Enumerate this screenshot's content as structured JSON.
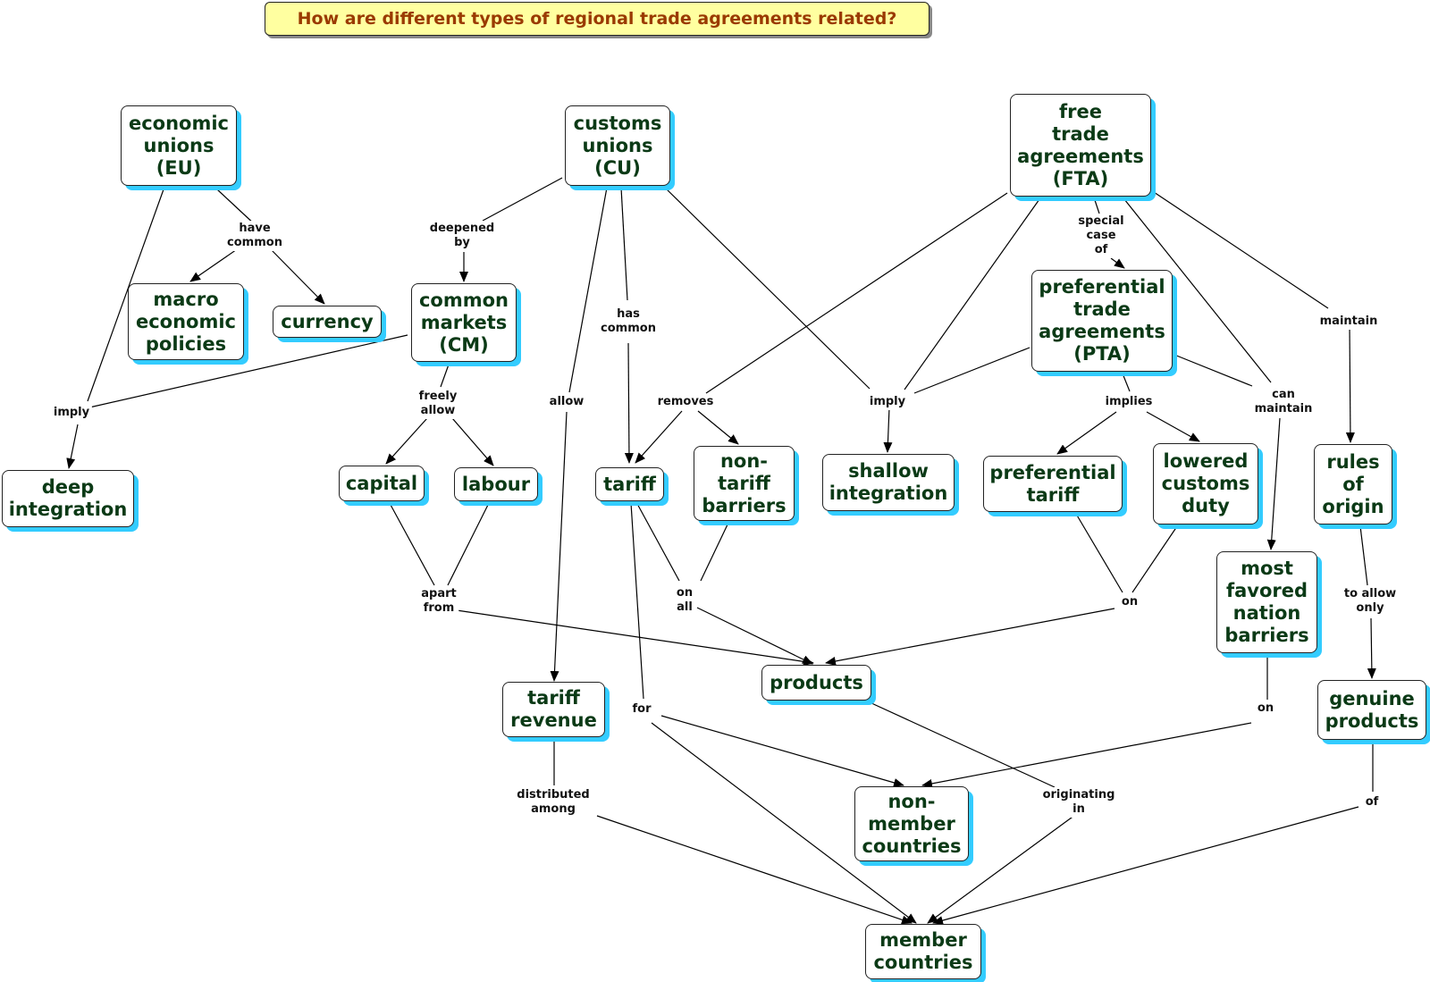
{
  "title": "How are different types of regional trade agreements related?",
  "nodes": {
    "eu": "economic\nunions\n(EU)",
    "cu": "customs\nunions\n(CU)",
    "fta": "free\ntrade\nagreements\n(FTA)",
    "macro": "macro\neconomic\npolicies",
    "currency": "currency",
    "cm": "common\nmarkets\n(CM)",
    "pta": "preferential\ntrade\nagreements\n(PTA)",
    "deep": "deep\nintegration",
    "capital": "capital",
    "labour": "labour",
    "tariff": "tariff",
    "ntb": "non-\ntariff\nbarriers",
    "shallow": "shallow\nintegration",
    "preftariff": "preferential\ntariff",
    "lowered": "lowered\ncustoms\nduty",
    "rules": "rules\nof\norigin",
    "mfn": "most\nfavored\nnation\nbarriers",
    "products": "products",
    "tariffrev": "tariff\nrevenue",
    "genuine": "genuine\nproducts",
    "nonmember": "non-\nmember\ncountries",
    "member": "member\ncountries"
  },
  "links": {
    "have_common": "have\ncommon",
    "deepened_by": "deepened\nby",
    "has_common": "has\ncommon",
    "special_case_of": "special\ncase\nof",
    "maintain": "maintain",
    "imply_left": "imply",
    "freely_allow": "freely\nallow",
    "allow": "allow",
    "removes": "removes",
    "imply_mid": "imply",
    "implies": "implies",
    "can_maintain": "can\nmaintain",
    "apart_from": "apart\nfrom",
    "on_all": "on\nall",
    "on_right": "on",
    "to_allow_only": "to allow\nonly",
    "for": "for",
    "on_mfn": "on",
    "distributed_among": "distributed\namong",
    "originating_in": "originating\nin",
    "of": "of"
  }
}
